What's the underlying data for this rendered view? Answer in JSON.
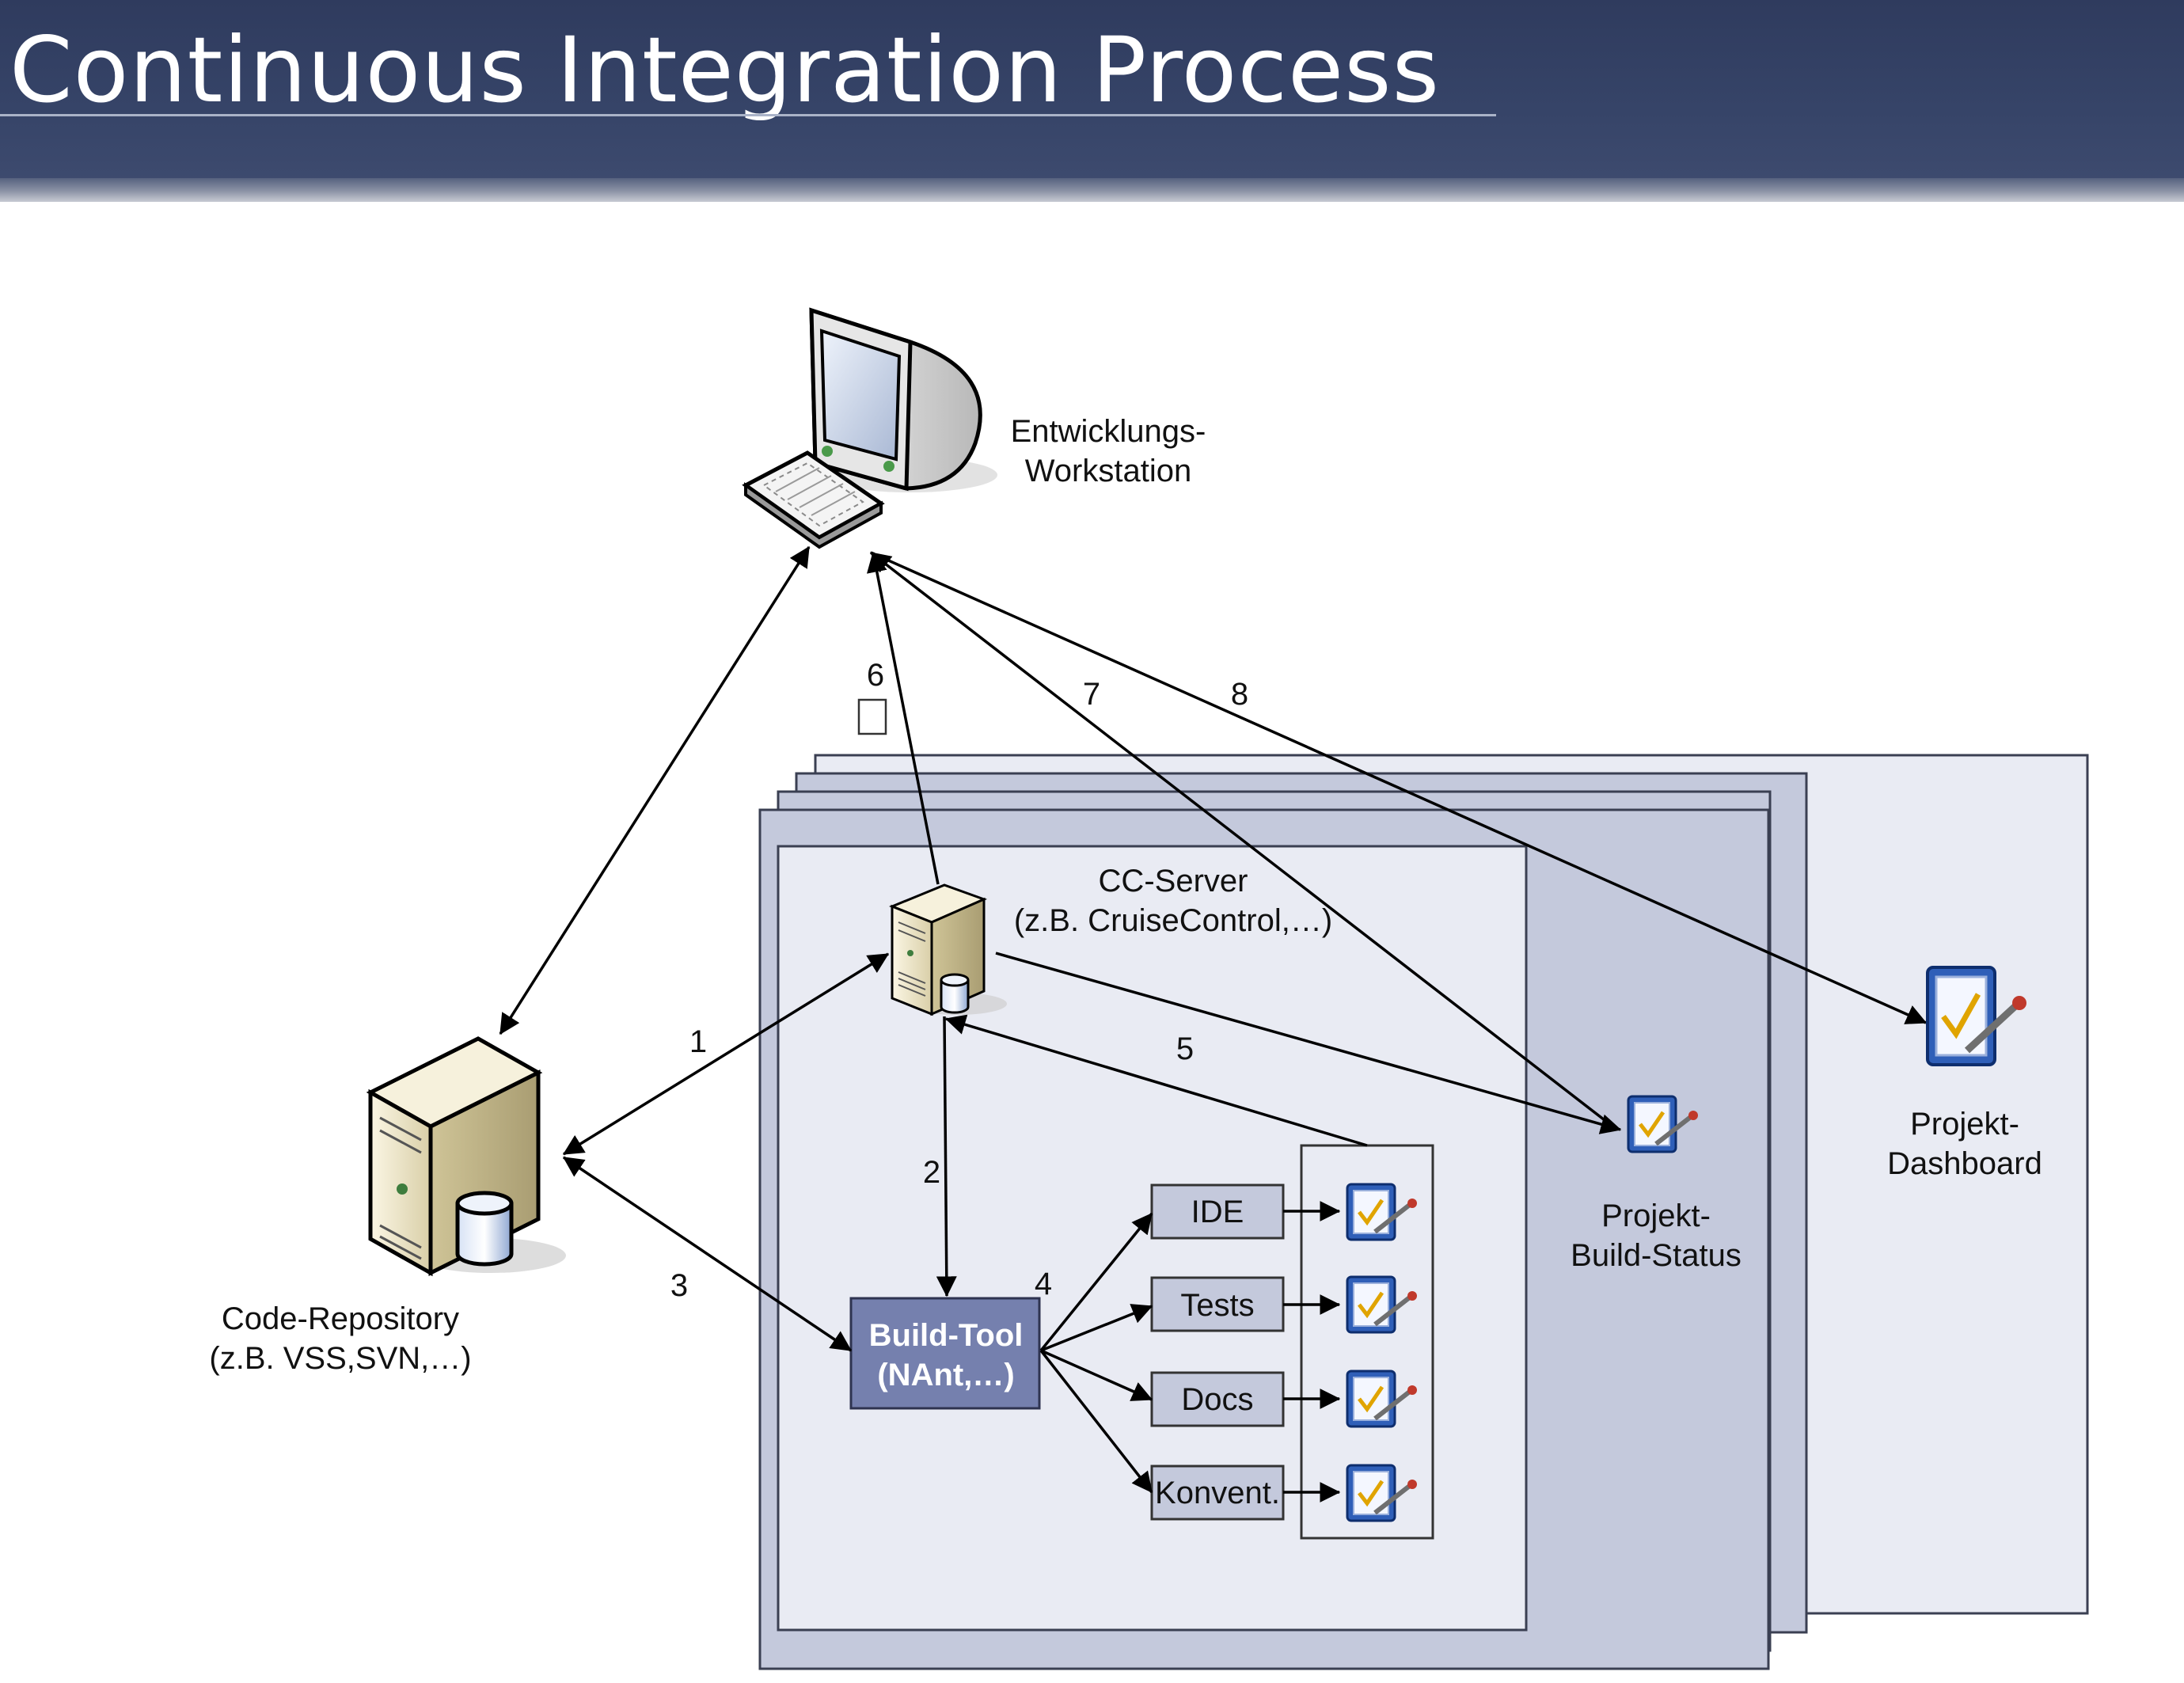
{
  "title": "Continuous Integration Process",
  "nodes": {
    "workstation": [
      "Entwicklungs-",
      "Workstation"
    ],
    "cc_server": [
      "CC-Server",
      "(z.B. CruiseControl,…)"
    ],
    "repository": [
      "Code-Repository",
      "(z.B. VSS,SVN,…)"
    ],
    "build_tool": [
      "Build-Tool",
      "(NAnt,…)"
    ],
    "build_status": [
      "Projekt-",
      "Build-Status"
    ],
    "dashboard": [
      "Projekt-",
      "Dashboard"
    ]
  },
  "outputs": [
    "IDE",
    "Tests",
    "Docs",
    "Konvent."
  ],
  "steps": [
    "1",
    "2",
    "3",
    "4",
    "5",
    "6",
    "7",
    "8"
  ],
  "colors": {
    "header": "#364468",
    "panel_back": "#e9ebf3",
    "panel_frame": "#c4c9dc",
    "build_tool": "#7580ae",
    "output_box": "#c4c9dc",
    "icon_blue": "#2f5fb8"
  }
}
